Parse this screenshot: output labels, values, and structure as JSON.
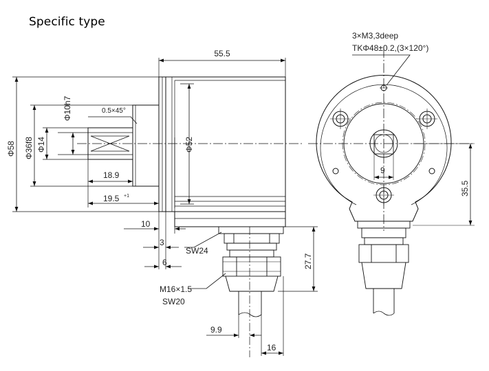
{
  "title": "Specific type",
  "side_view": {
    "d_shaft_tol": "Φ10h7",
    "chamfer": "0.5×45°",
    "d_outer": "Φ58",
    "d_spigot": "Φ36f8",
    "d_shaft": "Φ14",
    "d_body": "Φ52",
    "body_len": "55.5",
    "shaft_len1": "18.9",
    "shaft_len2": "19.5",
    "shaft_len2_tol": "+1",
    "flange_off": "10",
    "flange_t": "3",
    "flange_w": "6",
    "sw24": "SW24",
    "gland_h": "27.7",
    "thread": "M16×1.5",
    "sw20": "SW20",
    "cable_off": "9.9",
    "gland_w": "16"
  },
  "front_view": {
    "holes_note": "3×M3,3deep",
    "pcd_note": "TKΦ48±0.2,(3×120°)",
    "bore_dim": "9",
    "height_dim": "35.5"
  }
}
